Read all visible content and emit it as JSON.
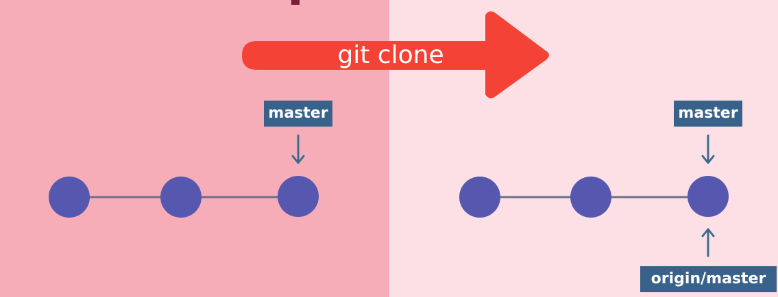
{
  "colors": {
    "left_bg": "#f6adb8",
    "right_bg": "#fde0e5",
    "arrow": "#f54236",
    "commit": "#5657af",
    "line": "#6c6e8a",
    "label_bg": "#39628a",
    "pointer": "#3f6a8e",
    "partial_glyph": "#7b1f3a"
  },
  "command": {
    "label": "git clone"
  },
  "left_repo": {
    "commits": 3,
    "head_label": "master"
  },
  "right_repo": {
    "commits": 3,
    "head_label": "master",
    "remote_label": "origin/master"
  }
}
